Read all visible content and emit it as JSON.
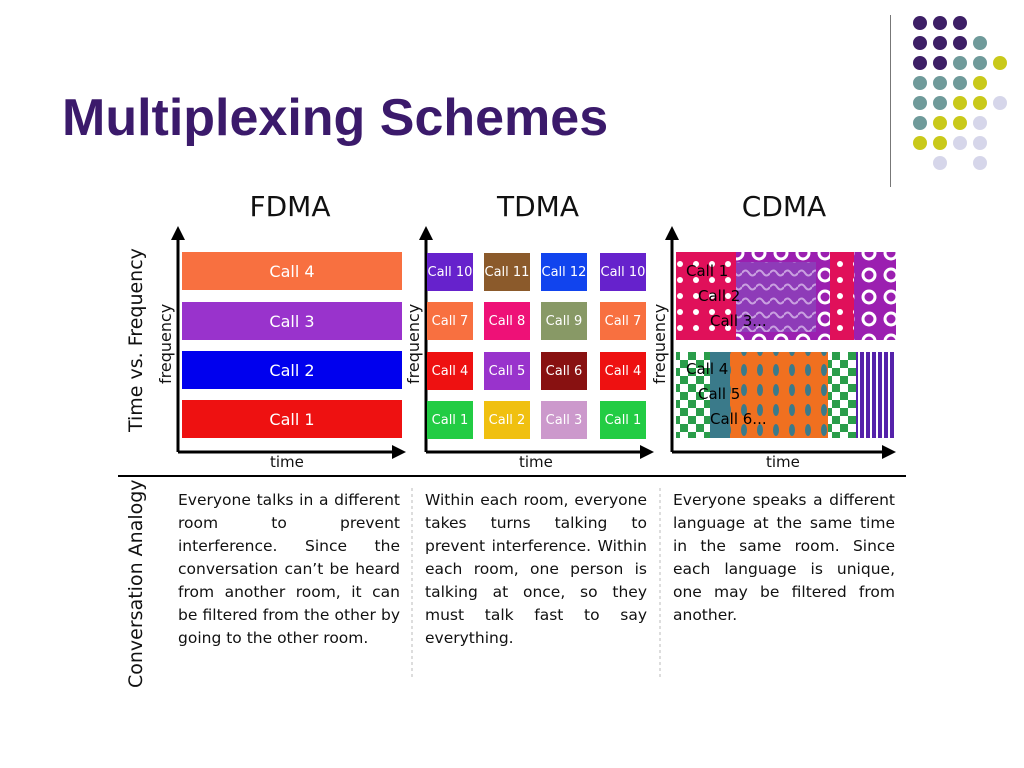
{
  "slide": {
    "title": "Multiplexing Schemes"
  },
  "decor": {
    "dot_colors": {
      "purple": "#3d1f66",
      "teal": "#6f9a9a",
      "yellow": "#c9c91a",
      "lavender": "#d6d6ea"
    }
  },
  "diagram": {
    "headers": {
      "fdma": "FDMA",
      "tdma": "TDMA",
      "cdma": "CDMA"
    },
    "row_label_top": "Time vs. Frequency",
    "row_label_bottom": "Conversation Analogy",
    "freq_label": "frequency",
    "time_label": "time",
    "fdma": {
      "bands": [
        {
          "label": "Call 4",
          "color": "#f87040"
        },
        {
          "label": "Call 3",
          "color": "#9933cc"
        },
        {
          "label": "Call 2",
          "color": "#0000ee"
        },
        {
          "label": "Call 1",
          "color": "#ee1111"
        }
      ]
    },
    "tdma": {
      "rows": [
        [
          {
            "label": "Call 10",
            "color": "#6622cc"
          },
          {
            "label": "Call 11",
            "color": "#8b5a2b"
          },
          {
            "label": "Call 12",
            "color": "#1144ee"
          },
          {
            "label": "Call 10",
            "color": "#6622cc"
          }
        ],
        [
          {
            "label": "Call 7",
            "color": "#f87040"
          },
          {
            "label": "Call 8",
            "color": "#ee1177"
          },
          {
            "label": "Call 9",
            "color": "#889966"
          },
          {
            "label": "Call 7",
            "color": "#f87040"
          }
        ],
        [
          {
            "label": "Call 4",
            "color": "#ee1111"
          },
          {
            "label": "Call 5",
            "color": "#9933cc"
          },
          {
            "label": "Call 6",
            "color": "#881111"
          },
          {
            "label": "Call 4",
            "color": "#ee1111"
          }
        ],
        [
          {
            "label": "Call 1",
            "color": "#22cc44"
          },
          {
            "label": "Call 2",
            "color": "#f0c010"
          },
          {
            "label": "Call 3",
            "color": "#cc99cc"
          },
          {
            "label": "Call 1",
            "color": "#22cc44"
          }
        ]
      ]
    },
    "cdma": {
      "labels_top": [
        "Call 1",
        "Call 2",
        "Call 3..."
      ],
      "labels_bottom": [
        "Call 4",
        "Call 5",
        "Call 6..."
      ]
    },
    "descriptions": {
      "fdma": "Everyone talks in a different room to prevent interference. Since the conversation can’t be heard from another room, it can be filtered from the other by going to the other room.",
      "tdma": "Within each room, everyone takes turns talking to prevent interference. Within each room, one person is talking at once, so they must talk fast to say everything.",
      "cdma": "Everyone speaks a different language at the same time in the same room. Since each language is unique, one may be filtered from another."
    }
  }
}
